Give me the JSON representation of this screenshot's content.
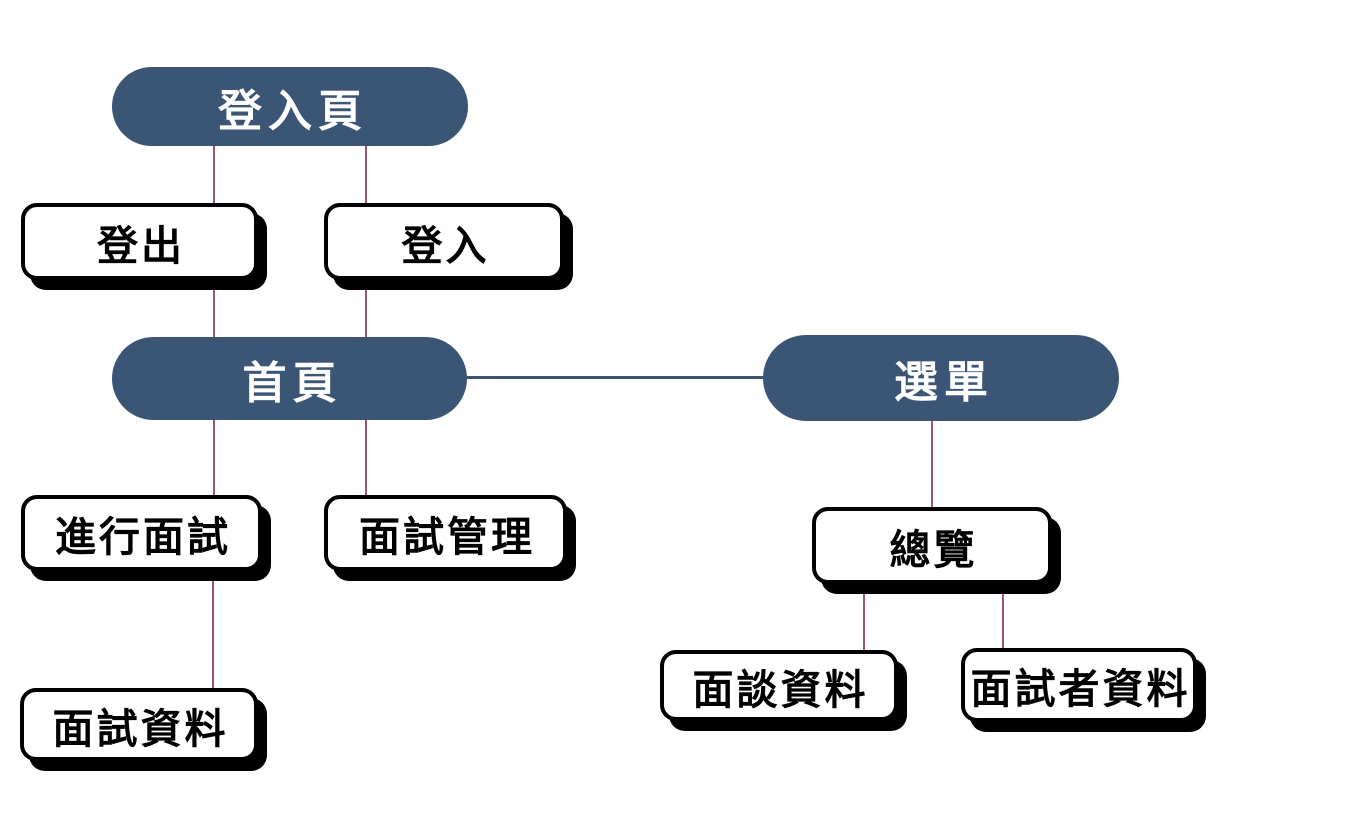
{
  "diagram": {
    "kind": "sitemap-flowchart",
    "background": "#FFFFFF",
    "colors": {
      "pill_fill": "#3B5674",
      "pill_text": "#FFFFFF",
      "box_fill": "#FFFFFF",
      "box_border": "#000000",
      "box_shadow": "#000000",
      "box_text": "#000000",
      "connector_vertical": "#9E5376",
      "connector_horizontal": "#3B5674"
    },
    "nodes": {
      "login_page": {
        "label": "登入頁",
        "shape": "pill"
      },
      "logout": {
        "label": "登出",
        "shape": "box"
      },
      "login": {
        "label": "登入",
        "shape": "box"
      },
      "home": {
        "label": "首頁",
        "shape": "pill"
      },
      "menu": {
        "label": "選單",
        "shape": "pill"
      },
      "conduct_interview": {
        "label": "進行面試",
        "shape": "box"
      },
      "interview_management": {
        "label": "面試管理",
        "shape": "box"
      },
      "interview_data": {
        "label": "面試資料",
        "shape": "box"
      },
      "overview": {
        "label": "總覽",
        "shape": "box"
      },
      "meeting_data": {
        "label": "面談資料",
        "shape": "box"
      },
      "interviewee_data": {
        "label": "面試者資料",
        "shape": "box"
      }
    },
    "edges": [
      {
        "from": "login_page",
        "to": "logout",
        "style": "vertical-maroon"
      },
      {
        "from": "login_page",
        "to": "login",
        "style": "vertical-maroon"
      },
      {
        "from": "logout",
        "to": "home",
        "style": "vertical-maroon"
      },
      {
        "from": "login",
        "to": "home",
        "style": "vertical-maroon"
      },
      {
        "from": "home",
        "to": "menu",
        "style": "horizontal-blue"
      },
      {
        "from": "home",
        "to": "conduct_interview",
        "style": "vertical-maroon"
      },
      {
        "from": "home",
        "to": "interview_management",
        "style": "vertical-maroon"
      },
      {
        "from": "conduct_interview",
        "to": "interview_data",
        "style": "vertical-maroon"
      },
      {
        "from": "menu",
        "to": "overview",
        "style": "vertical-maroon"
      },
      {
        "from": "overview",
        "to": "meeting_data",
        "style": "vertical-maroon"
      },
      {
        "from": "overview",
        "to": "interviewee_data",
        "style": "vertical-maroon"
      }
    ]
  }
}
